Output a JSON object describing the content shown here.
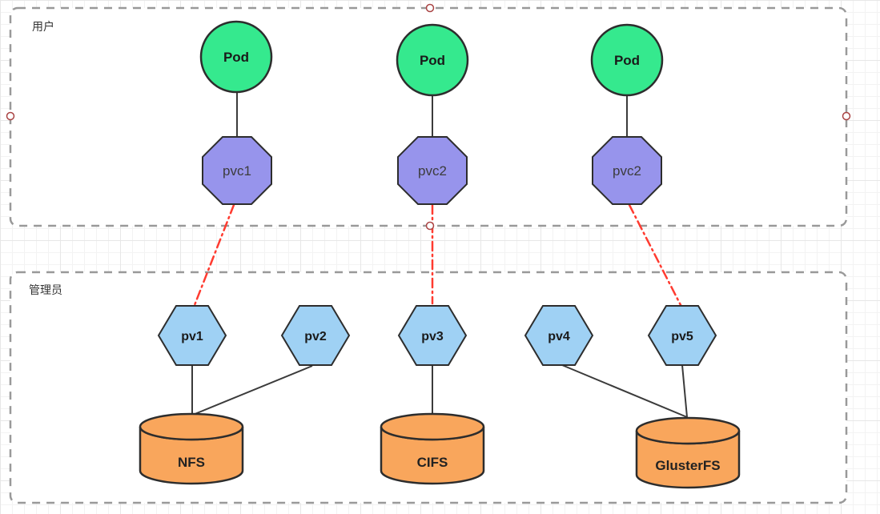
{
  "diagram": {
    "zones": [
      {
        "label": "用户"
      },
      {
        "label": "管理员"
      }
    ],
    "pods": [
      {
        "label": "Pod"
      },
      {
        "label": "Pod"
      },
      {
        "label": "Pod"
      }
    ],
    "pvcs": [
      {
        "label": "pvc1"
      },
      {
        "label": "pvc2"
      },
      {
        "label": "pvc2"
      }
    ],
    "pvs": [
      {
        "label": "pv1"
      },
      {
        "label": "pv2"
      },
      {
        "label": "pv3"
      },
      {
        "label": "pv4"
      },
      {
        "label": "pv5"
      }
    ],
    "storage": [
      {
        "label": "NFS"
      },
      {
        "label": "CIFS"
      },
      {
        "label": "GlusterFS"
      }
    ],
    "edges": [
      {
        "from": "pod-1",
        "to": "pvc-1",
        "style": "solid-black"
      },
      {
        "from": "pod-2",
        "to": "pvc-2",
        "style": "solid-black"
      },
      {
        "from": "pod-3",
        "to": "pvc-3",
        "style": "solid-black"
      },
      {
        "from": "pvc-1",
        "to": "pv1",
        "style": "red-dash-dot"
      },
      {
        "from": "pvc-2",
        "to": "pv3",
        "style": "red-dash-dot"
      },
      {
        "from": "pvc-3",
        "to": "pv5",
        "style": "red-dash-dot"
      },
      {
        "from": "pv1",
        "to": "NFS",
        "style": "solid-black"
      },
      {
        "from": "pv2",
        "to": "NFS",
        "style": "solid-black"
      },
      {
        "from": "pv3",
        "to": "CIFS",
        "style": "solid-black"
      },
      {
        "from": "pv4",
        "to": "GlusterFS",
        "style": "solid-black"
      },
      {
        "from": "pv5",
        "to": "GlusterFS",
        "style": "solid-black"
      }
    ],
    "colors": {
      "pod_fill": "#35e98e",
      "pvc_fill": "#9794ec",
      "pv_fill": "#9fd1f4",
      "storage_fill": "#f9a65c",
      "shape_stroke": "#2d2d2d",
      "edge_stroke": "#3b3b3b",
      "bind_edge_stroke": "#ff3b30",
      "zone_border": "#999999",
      "zone_fill": "#ffffff",
      "connection_point_stroke": "#aa4444",
      "grid_line": "#f3f3f3"
    }
  }
}
